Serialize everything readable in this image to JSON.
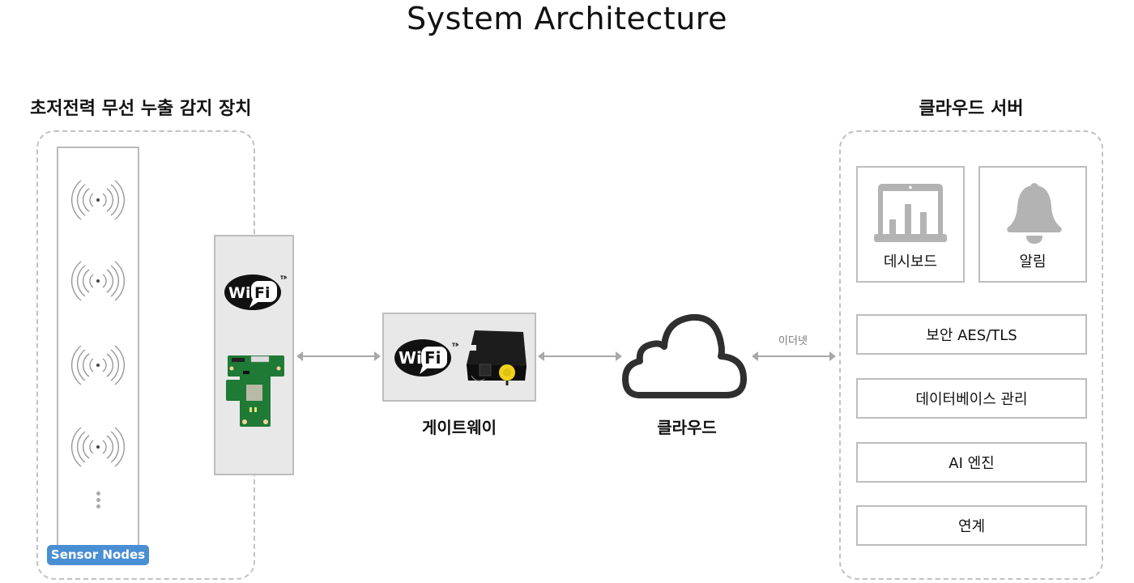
{
  "title": "System Architecture",
  "left_group": {
    "title": "초저전력 무선 누출 감지 장치",
    "badge": "Sensor Nodes",
    "sensor_icon": "wireless-signal-icon",
    "sensor_count_shown": 4,
    "module_logo": "Wi Fi",
    "module_logo_tm": "™",
    "module_image": "wifi-pcb-module"
  },
  "gateway": {
    "label": "게이트웨이",
    "logo": "Wi Fi",
    "logo_tm": "™",
    "image": "gateway-device"
  },
  "cloud": {
    "label": "클라우드",
    "icon": "cloud-icon",
    "link_label": "이더넷"
  },
  "right_group": {
    "title": "클라우드 서버",
    "tiles": [
      {
        "label": "데시보드",
        "icon": "dashboard-laptop-icon"
      },
      {
        "label": "알림",
        "icon": "bell-icon"
      }
    ],
    "boxes": [
      {
        "label": "보안 AES/TLS"
      },
      {
        "label": "데이터베이스 관리"
      },
      {
        "label": "AI 엔진"
      },
      {
        "label": "연계"
      }
    ]
  },
  "colors": {
    "badge": "#4a8fd4",
    "arrow": "#a8a8a8",
    "panel": "#e8e8e8",
    "border": "#bdbdbd"
  }
}
